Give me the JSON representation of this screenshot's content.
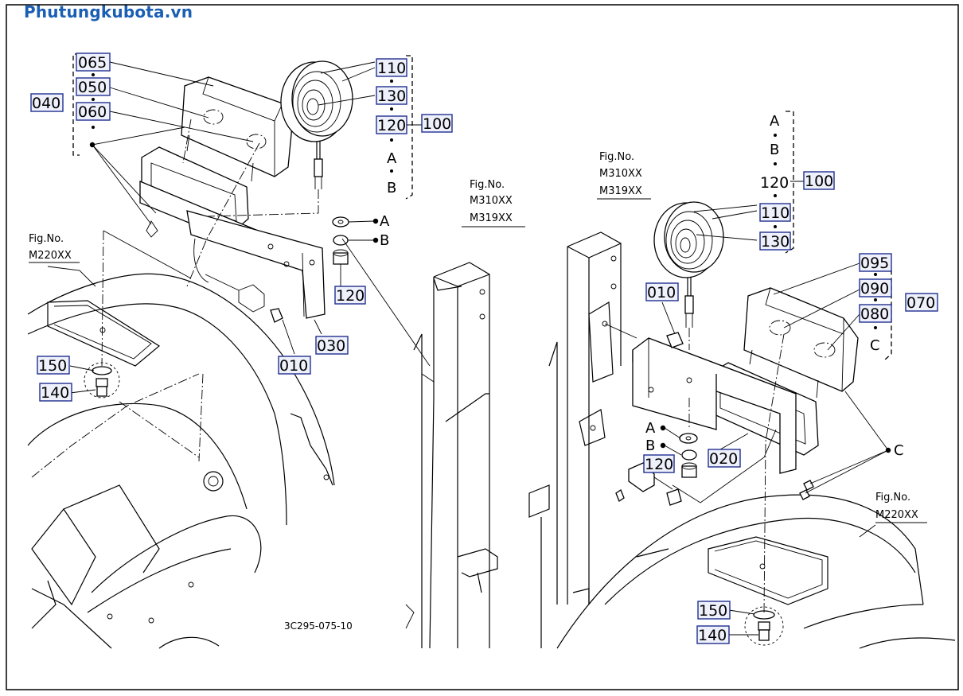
{
  "site": {
    "title": "Phutungkubota.vn"
  },
  "drawing_code": "3C295-075-10",
  "fig_refs": {
    "left_upper": {
      "label": "Fig.No.",
      "codes": [
        "M310XX",
        "M319XX"
      ]
    },
    "left_body": {
      "label": "Fig.No.",
      "codes": [
        "M220XX"
      ]
    },
    "right_upper": {
      "label": "Fig.No.",
      "codes": [
        "M310XX",
        "M319XX"
      ]
    },
    "right_body": {
      "label": "Fig.No.",
      "codes": [
        "M220XX"
      ]
    }
  },
  "left_group": {
    "bracket_id": "040",
    "parts": [
      "065",
      "050",
      "060"
    ],
    "lamp_parts": [
      "110",
      "130",
      "120"
    ],
    "lamp_assembly": "100",
    "lamp_letters": [
      "A",
      "B"
    ],
    "others": [
      "030",
      "010",
      "120",
      "150",
      "140"
    ],
    "hardware_letters": [
      "A",
      "B"
    ]
  },
  "right_group": {
    "bracket_id": "070",
    "parts": [
      "095",
      "090",
      "080"
    ],
    "bracket_letter": "C",
    "lamp_parts": [
      "110",
      "130"
    ],
    "lamp_assembly": "100",
    "lamp_ref": "120",
    "lamp_letters": [
      "A",
      "B"
    ],
    "others": [
      "010",
      "020",
      "120",
      "150",
      "140"
    ],
    "hardware_letters": [
      "A",
      "B"
    ],
    "nut_letter": "C"
  }
}
